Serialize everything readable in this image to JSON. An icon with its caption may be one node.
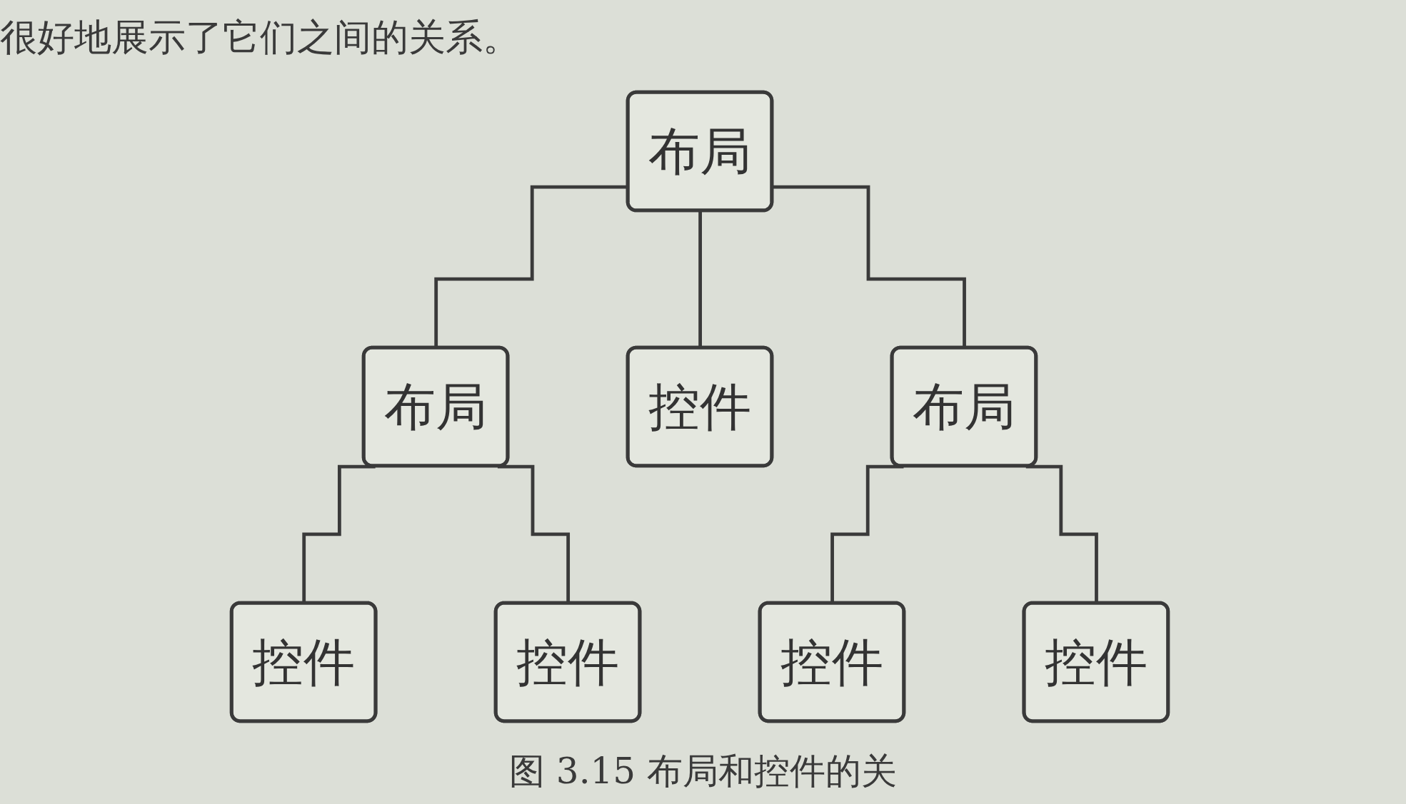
{
  "diagram": {
    "caption": "图 3.15 布局和控件的关",
    "nodes": [
      {
        "text": [
          "布局"
        ]
      },
      {
        "text": [
          "布局"
        ]
      },
      {
        "text": [
          "控件"
        ]
      },
      {
        "text": [
          "布局"
        ]
      },
      {
        "text": [
          "控件"
        ]
      },
      {
        "text": [
          "控件"
        ]
      },
      {
        "text": [
          "控件"
        ]
      },
      {
        "text": [
          "控件"
        ]
      }
    ],
    "edges": [
      {
        "from": 0,
        "to": 1,
        "arrow": "none"
      },
      {
        "from": 0,
        "to": 2,
        "arrow": "none"
      },
      {
        "from": 0,
        "to": 3,
        "arrow": "none"
      },
      {
        "from": 1,
        "to": 4,
        "arrow": "none"
      },
      {
        "from": 1,
        "to": 5,
        "arrow": "none"
      },
      {
        "from": 3,
        "to": 6,
        "arrow": "none"
      },
      {
        "from": 3,
        "to": 7,
        "arrow": "none"
      }
    ],
    "labels": [
      "很好地展示了它们之间的关系。"
    ]
  }
}
